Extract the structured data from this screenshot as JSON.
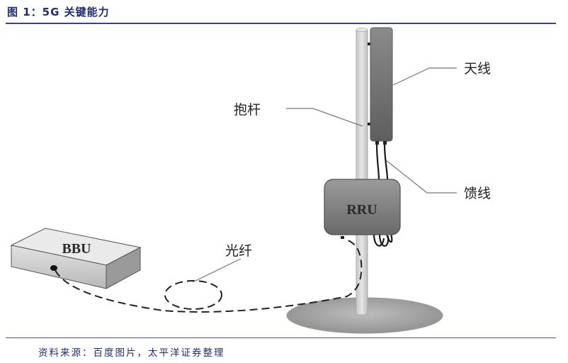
{
  "figure": {
    "title": "图 1：5G 关键能力",
    "source": "资料来源：百度图片，太平洋证券整理"
  },
  "diagram": {
    "components": [
      {
        "id": "bbu",
        "label": "BBU"
      },
      {
        "id": "rru",
        "label": "RRU"
      }
    ],
    "callouts": {
      "antenna": "天线",
      "pole": "抱杆",
      "feeder": "馈线",
      "fiber": "光纤"
    },
    "colors": {
      "title": "#1f2d6b",
      "rule": "#3a3f8f",
      "antenna": "#6e6e6e",
      "rru": "#7a7a7a",
      "pole": "#d4d4d4",
      "base": "#a8a8a8",
      "bbu": "#cfcfcf"
    }
  }
}
